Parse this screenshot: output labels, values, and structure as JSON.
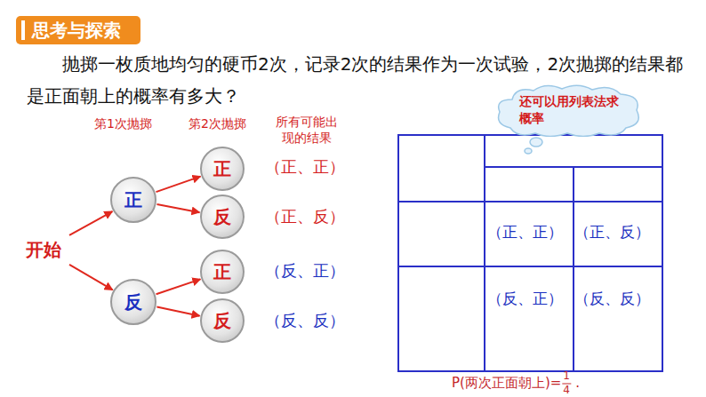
{
  "diagram": {
    "title": "思考与探索",
    "nodes": [
      {
        "text": [
          "开始"
        ]
      },
      {
        "text": [
          "正"
        ]
      },
      {
        "text": [
          "反"
        ]
      },
      {
        "text": [
          "正"
        ]
      },
      {
        "text": [
          "反"
        ]
      },
      {
        "text": [
          "正"
        ]
      },
      {
        "text": [
          "反"
        ]
      },
      {
        "text": [
          "还可以用列表法求概率"
        ]
      }
    ],
    "edges": [
      {
        "from": 0,
        "to": 1,
        "arrow": "to"
      },
      {
        "from": 0,
        "to": 2,
        "arrow": "to"
      },
      {
        "from": 1,
        "to": 3,
        "arrow": "to"
      },
      {
        "from": 1,
        "to": 4,
        "arrow": "to"
      },
      {
        "from": 2,
        "to": 5,
        "arrow": "to"
      },
      {
        "from": 2,
        "to": 6,
        "arrow": "to"
      }
    ],
    "labels": [
      "抛掷一枚质地均匀的硬币2次，记录2次的结果作为一次试验，2次抛掷的结果都是正面朝上的概率有多大？",
      "第1次抛掷",
      "第2次抛掷",
      "所有可能出现的结果",
      "（正、正）",
      "（正、反）",
      "（反、正）",
      "（反、反）",
      "（正、正）",
      "（正、反）",
      "（反、正）",
      "（反、反）",
      "P(两次正面朝上)=",
      "1",
      "4",
      "."
    ]
  }
}
